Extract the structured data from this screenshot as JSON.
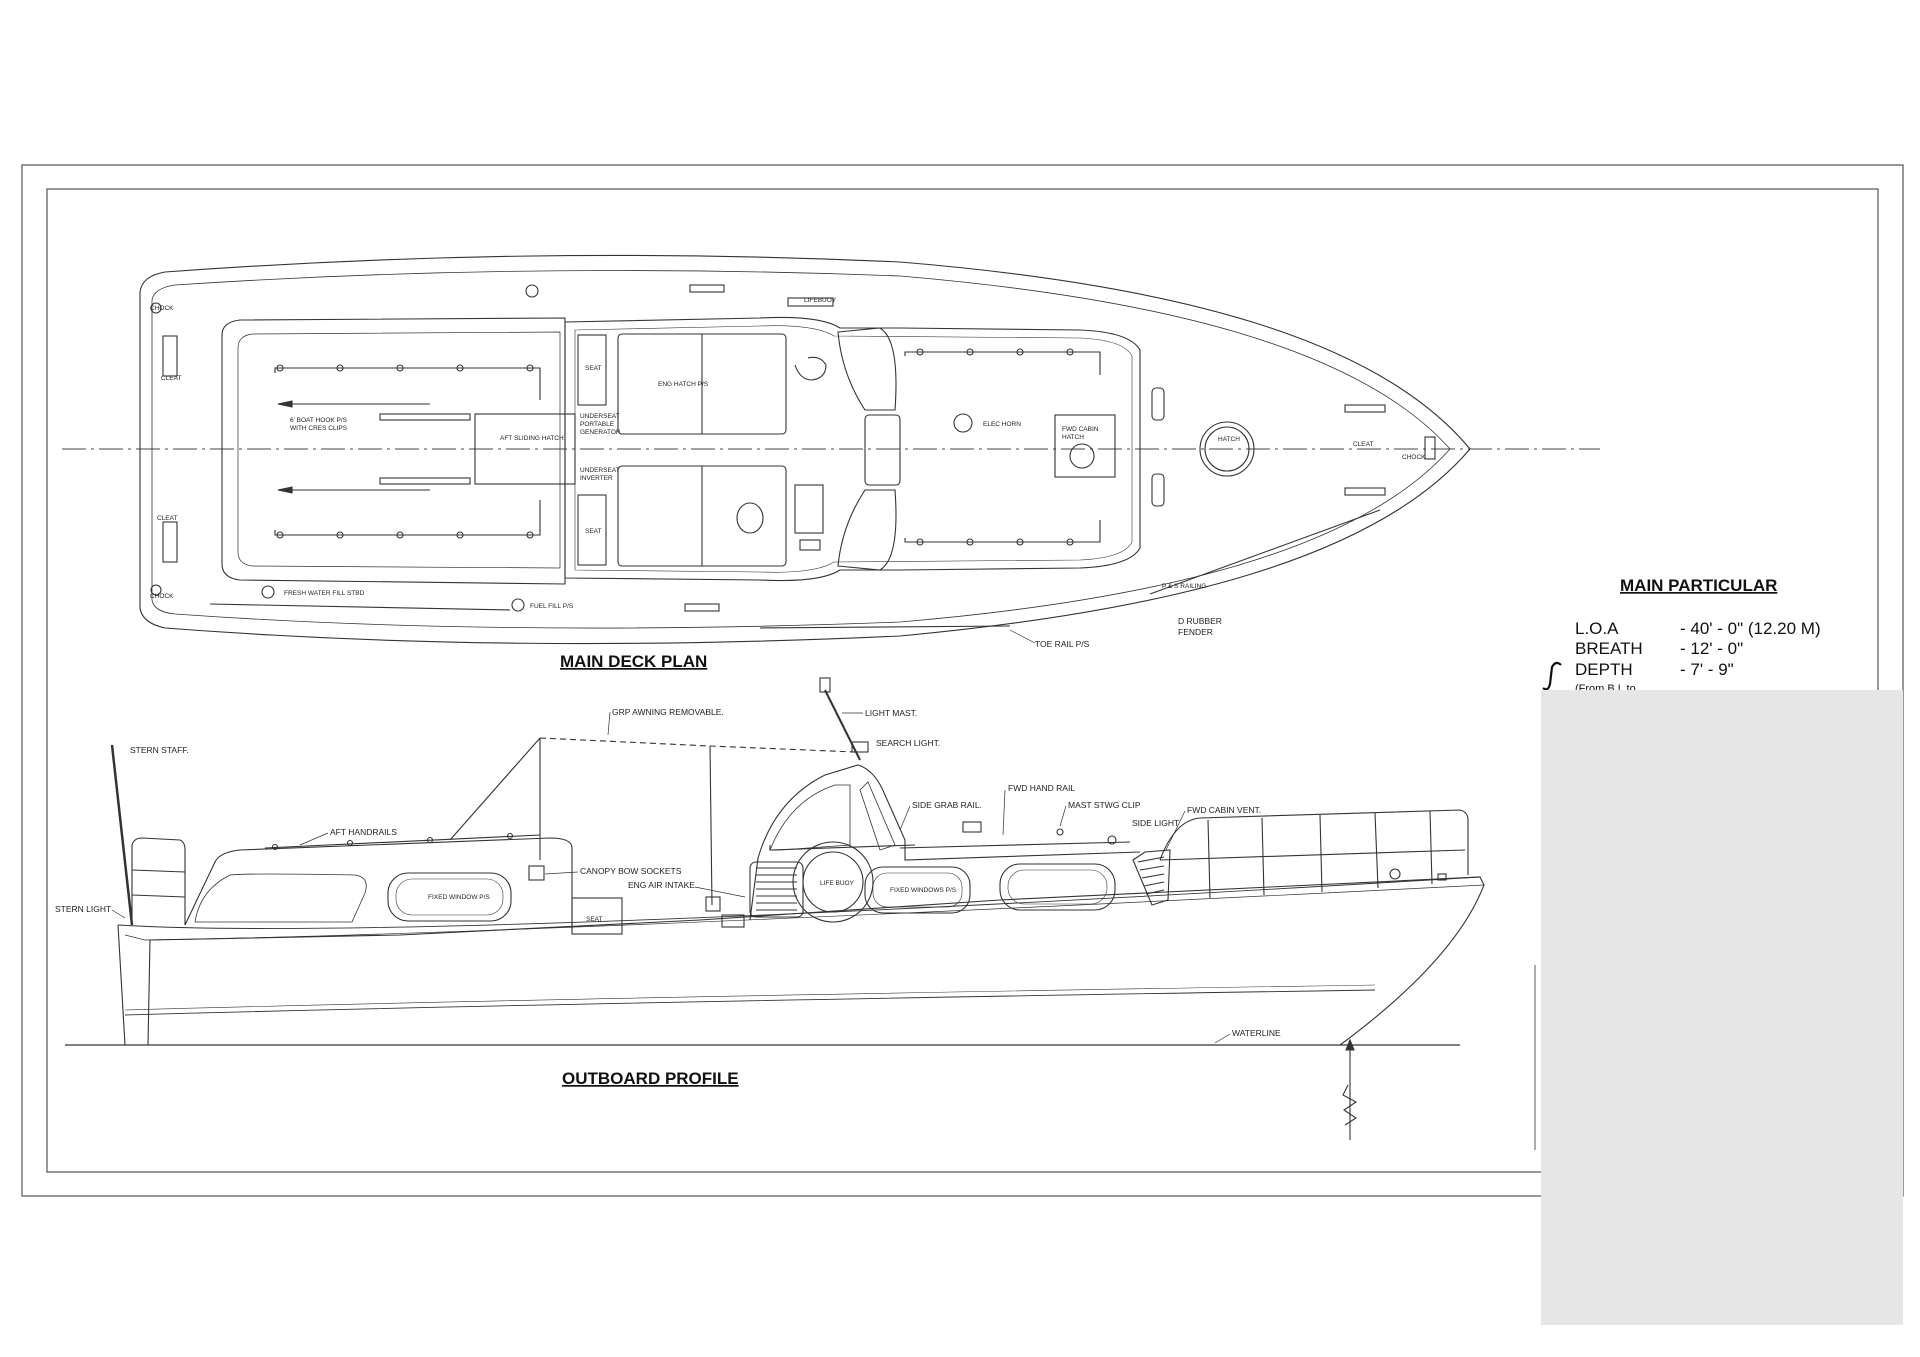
{
  "deck_plan": {
    "title": "MAIN DECK PLAN",
    "labels": {
      "chock_aft_top": "CHOCK",
      "cleat_aft_top": "CLEAT",
      "cleat_aft_bottom": "CLEAT",
      "chock_aft_bottom": "CHOCK",
      "boat_hook": "6' BOAT HOOK P/S",
      "cres_clips": "WITH CRES CLIPS",
      "aft_sliding_hatch": "AFT SLIDING HATCH",
      "underseat_1": "UNDERSEAT",
      "portable": "PORTABLE",
      "generator": "GENERATOR",
      "underseat_2": "UNDERSEAT",
      "inverter": "INVERTER",
      "seat_top": "SEAT",
      "seat_bottom": "SEAT",
      "eng_hatch": "ENG HATCH P/S",
      "lifebuoy": "LIFEBUOY",
      "elec_horn": "ELEC HORN",
      "fwd_cabin": "FWD CABIN",
      "hatch_small": "HATCH",
      "hatch": "HATCH",
      "cleat_fwd": "CLEAT",
      "chock_fwd": "CHOCK",
      "fresh_water": "FRESH WATER FILL STBD",
      "fuel_fill": "FUEL FILL P/S",
      "ps_railing": "P & S RAILING",
      "d_rubber": "D RUBBER",
      "fender": "FENDER",
      "toe_rail": "TOE RAIL P/S"
    }
  },
  "profile": {
    "title": "OUTBOARD PROFILE",
    "labels": {
      "grp_awning": "GRP AWNING REMOVABLE.",
      "light_mast": "LIGHT MAST.",
      "search_light": "SEARCH LIGHT.",
      "stern_staff": "STERN STAFF.",
      "fwd_hand_rail": "FWD HAND RAIL",
      "mast_stwg_clip": "MAST STWG CLIP",
      "side_grab_rail": "SIDE GRAB RAIL.",
      "side_light": "SIDE LIGHT",
      "fwd_cabin_vent": "FWD CABIN VENT.",
      "aft_handrails": "AFT HANDRAILS",
      "canopy_bow_sockets": "CANOPY BOW SOCKETS",
      "eng_air_intake": "ENG AIR INTAKE",
      "stern_light": "STERN LIGHT",
      "fixed_window_aft": "FIXED WINDOW P/S",
      "seat": "SEAT",
      "life_buoy": "LIFE BUOY",
      "fixed_windows_fwd": "FIXED WINDOWS P/S",
      "waterline": "WATERLINE"
    }
  },
  "particulars": {
    "title": "MAIN PARTICULAR",
    "loa_label": "L.O.A",
    "loa_value": "- 40' - 0\" (12.20 M)",
    "breath_label": "BREATH",
    "breath_value": "- 12' - 0\"",
    "depth_label": "DEPTH",
    "depth_value": "- 7' - 9\"",
    "depth_note": "(From B.L to"
  }
}
